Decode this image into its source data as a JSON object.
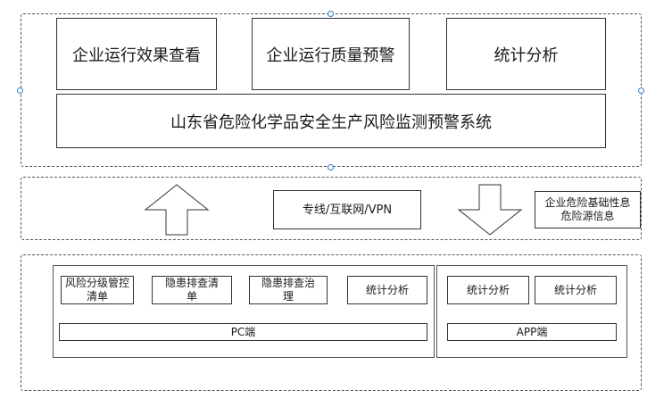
{
  "top_layer": {
    "modules": [
      "企业运行效果查看",
      "企业运行质量预警",
      "统计分析"
    ],
    "system_title": "山东省危险化学品安全生产风险监测预警系统"
  },
  "transport_layer": {
    "network_label": "专线/互联网/VPN",
    "data_source_label": "企业危险基础性息危险源信息"
  },
  "bottom_layer": {
    "pc": {
      "modules": [
        "风险分级管控清单",
        "隐患排查清单",
        "隐患排查治理",
        "统计分析"
      ],
      "label": "PC端"
    },
    "app": {
      "modules": [
        "统计分析",
        "统计分析"
      ],
      "label": "APP端"
    }
  }
}
